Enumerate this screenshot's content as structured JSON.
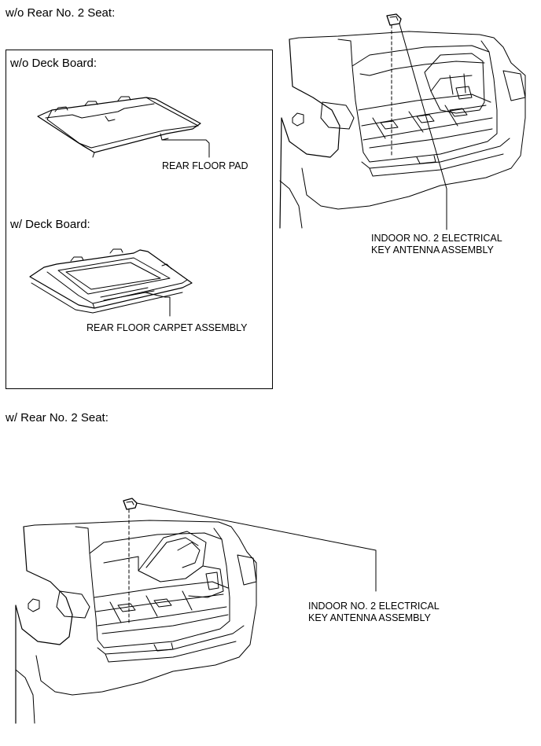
{
  "sections": {
    "without_rear_no2_seat": {
      "heading": "w/o Rear No. 2 Seat:",
      "variants": {
        "without_deck_board": {
          "heading": "w/o Deck Board:",
          "part_label": "REAR FLOOR PAD"
        },
        "with_deck_board": {
          "heading": "w/ Deck Board:",
          "part_label": "REAR FLOOR CARPET ASSEMBLY"
        }
      },
      "antenna_label": [
        "INDOOR NO. 2 ELECTRICAL",
        "KEY ANTENNA ASSEMBLY"
      ]
    },
    "with_rear_no2_seat": {
      "heading": "w/ Rear No. 2 Seat:",
      "antenna_label": [
        "INDOOR NO. 2 ELECTRICAL",
        "KEY ANTENNA ASSEMBLY"
      ]
    }
  }
}
